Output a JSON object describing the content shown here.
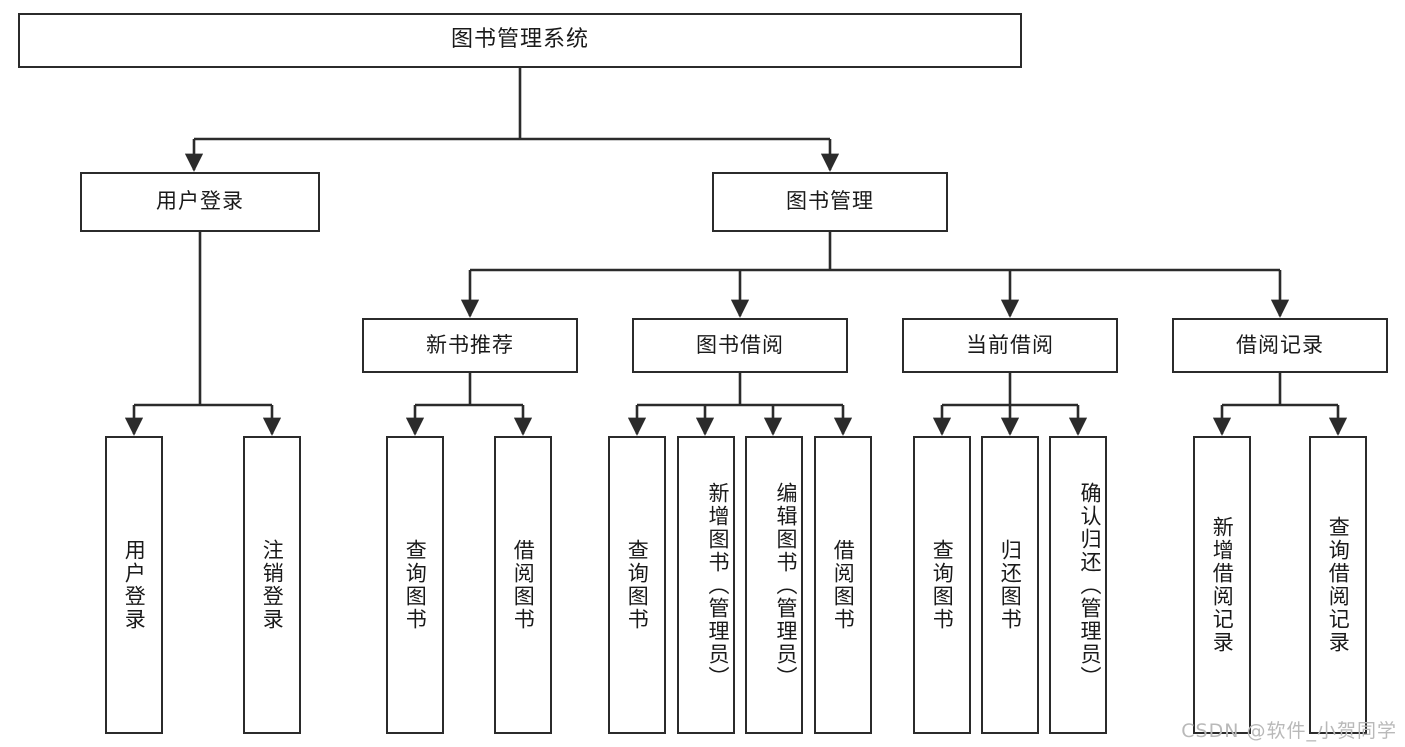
{
  "diagram": {
    "title": "图书管理系统",
    "type": "tree-hierarchy-flowchart",
    "root": {
      "label": "图书管理系统"
    },
    "level2": [
      {
        "label": "用户登录"
      },
      {
        "label": "图书管理"
      }
    ],
    "level3": [
      {
        "label": "新书推荐"
      },
      {
        "label": "图书借阅"
      },
      {
        "label": "当前借阅"
      },
      {
        "label": "借阅记录"
      }
    ],
    "leaves": {
      "user_login": [
        {
          "label": "用户登录"
        },
        {
          "label": "注销登录"
        }
      ],
      "new_book_recommend": [
        {
          "label": "查询图书"
        },
        {
          "label": "借阅图书"
        }
      ],
      "book_borrow": [
        {
          "label": "查询图书"
        },
        {
          "label": "新增图书（管理员）"
        },
        {
          "label": "编辑图书（管理员）"
        },
        {
          "label": "借阅图书"
        }
      ],
      "current_borrow": [
        {
          "label": "查询图书"
        },
        {
          "label": "归还图书"
        },
        {
          "label": "确认归还（管理员）"
        }
      ],
      "borrow_record": [
        {
          "label": "新增借阅记录"
        },
        {
          "label": "查询借阅记录"
        }
      ]
    },
    "watermark": "CSDN @软件_小贺同学",
    "colors": {
      "stroke": "#2b2b2b",
      "background": "#ffffff",
      "text": "#1a1a1a",
      "watermark": "#b9b9b9"
    }
  }
}
